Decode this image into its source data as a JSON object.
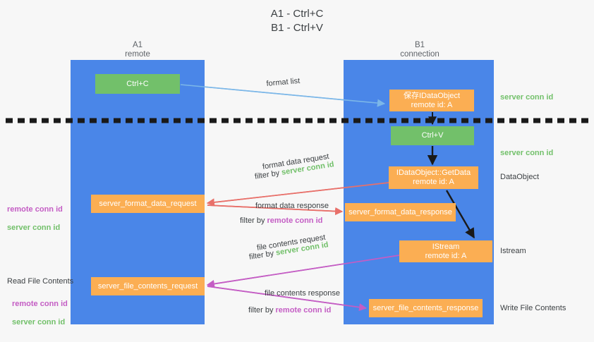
{
  "title": "A1 - Ctrl+C\nB1 - Ctrl+V",
  "columns": {
    "left": {
      "name": "A1",
      "role": "remote",
      "label": "A1\nremote"
    },
    "right": {
      "name": "B1",
      "role": "connection",
      "label": "B1\nconnection"
    }
  },
  "colors": {
    "lane": "#4a86e8",
    "box_orange": "#fbae53",
    "box_green": "#72c06a",
    "server_conn_id": "#72c06a",
    "remote_conn_id": "#c45dc4",
    "arrow_blue": "#7cb7e8",
    "arrow_red": "#e8706a",
    "arrow_magenta": "#c45dc4",
    "arrow_black": "#1a1a1a",
    "background": "#f7f7f7",
    "text": "#3c4043"
  },
  "nodes": {
    "ctrl_c": {
      "label": "Ctrl+C",
      "color": "green"
    },
    "idataobject": {
      "label": "保存IDataObject\nremote id: A",
      "color": "orange"
    },
    "ctrl_v": {
      "label": "Ctrl+V",
      "color": "green"
    },
    "getdata": {
      "label": "IDataObject::GetData\nremote id: A",
      "color": "orange"
    },
    "format_data_request": {
      "label": "server_format_data_request",
      "color": "orange"
    },
    "format_data_response": {
      "label": "server_format_data_response",
      "color": "orange"
    },
    "istream": {
      "label": "IStream\nremote id: A",
      "color": "orange"
    },
    "file_contents_request": {
      "label": "server_file_contents_request",
      "color": "orange"
    },
    "file_contents_response": {
      "label": "server_file_contents_response",
      "color": "orange"
    }
  },
  "edge_labels": {
    "format_list": "format list",
    "format_data_request": "format data request",
    "format_data_request_filter_prefix": "filter by ",
    "format_data_request_filter_token": "server conn id",
    "format_data_response": "format data response",
    "format_data_response_filter_prefix": "filter by ",
    "format_data_response_filter_token": "remote conn id",
    "file_contents_request": "file contents request",
    "file_contents_request_filter_prefix": "filter by ",
    "file_contents_request_filter_token": "server conn id",
    "file_contents_response": "file contents response",
    "file_contents_response_filter_prefix": "filter by ",
    "file_contents_response_filter_token": "remote conn id"
  },
  "side_labels": {
    "right_server_conn_id_top": "server conn id",
    "right_server_conn_id_mid": "server conn id",
    "right_dataobject": "DataObject",
    "right_istream": "Istream",
    "right_write_file_contents": "Write File Contents",
    "left_remote_conn_id_1": "remote conn id",
    "left_server_conn_id_1": "server conn id",
    "left_read_file_contents": "Read File Contents",
    "left_remote_conn_id_2": "remote conn id",
    "left_server_conn_id_2": "server conn id"
  }
}
